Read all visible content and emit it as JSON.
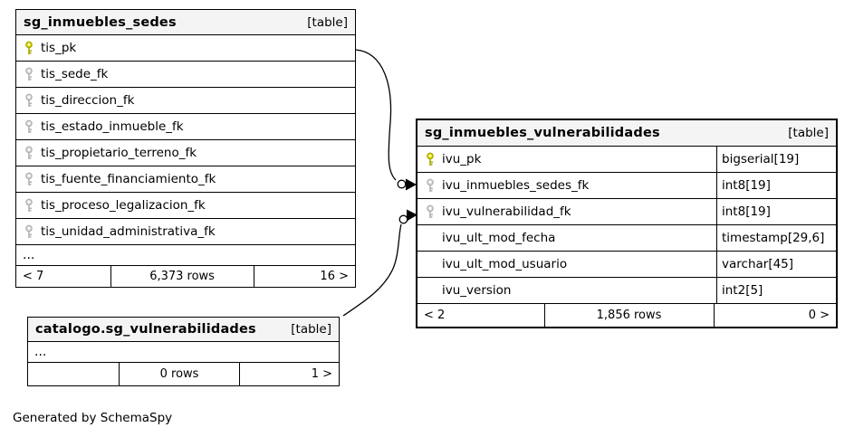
{
  "note": "Generated by SchemaSpy",
  "colors": {
    "header_bg": "#f4f4f4",
    "pk_key_fill": "#e8e81a",
    "pk_key_stroke": "#a8a800",
    "fk_key_fill": "#e6e6e6",
    "fk_key_stroke": "#b2b2b2"
  },
  "tables": [
    {
      "title": "sg_inmuebles_sedes",
      "badge": "[table]",
      "columns": [
        {
          "name": "tis_pk",
          "key": "pk"
        },
        {
          "name": "tis_sede_fk",
          "key": "fk"
        },
        {
          "name": "tis_direccion_fk",
          "key": "fk"
        },
        {
          "name": "tis_estado_inmueble_fk",
          "key": "fk"
        },
        {
          "name": "tis_propietario_terreno_fk",
          "key": "fk"
        },
        {
          "name": "tis_fuente_financiamiento_fk",
          "key": "fk"
        },
        {
          "name": "tis_proceso_legalizacion_fk",
          "key": "fk"
        },
        {
          "name": "tis_unidad_administrativa_fk",
          "key": "fk"
        }
      ],
      "ellipsis": "...",
      "footer": {
        "left": "< 7",
        "center": "6,373 rows",
        "right": "16 >"
      }
    },
    {
      "title": "sg_inmuebles_vulnerabilidades",
      "badge": "[table]",
      "columns": [
        {
          "name": "ivu_pk",
          "key": "pk",
          "type": "bigserial[19]"
        },
        {
          "name": "ivu_inmuebles_sedes_fk",
          "key": "fk",
          "type": "int8[19]"
        },
        {
          "name": "ivu_vulnerabilidad_fk",
          "key": "fk",
          "type": "int8[19]"
        },
        {
          "name": "ivu_ult_mod_fecha",
          "type": "timestamp[29,6]"
        },
        {
          "name": "ivu_ult_mod_usuario",
          "type": "varchar[45]"
        },
        {
          "name": "ivu_version",
          "type": "int2[5]"
        }
      ],
      "footer": {
        "left": "< 2",
        "center": "1,856 rows",
        "right": "0 >"
      }
    },
    {
      "title": "catalogo.sg_vulnerabilidades",
      "badge": "[table]",
      "columns": [],
      "ellipsis": "...",
      "footer": {
        "left": "",
        "center": "0 rows",
        "right": "1 >"
      }
    }
  ]
}
